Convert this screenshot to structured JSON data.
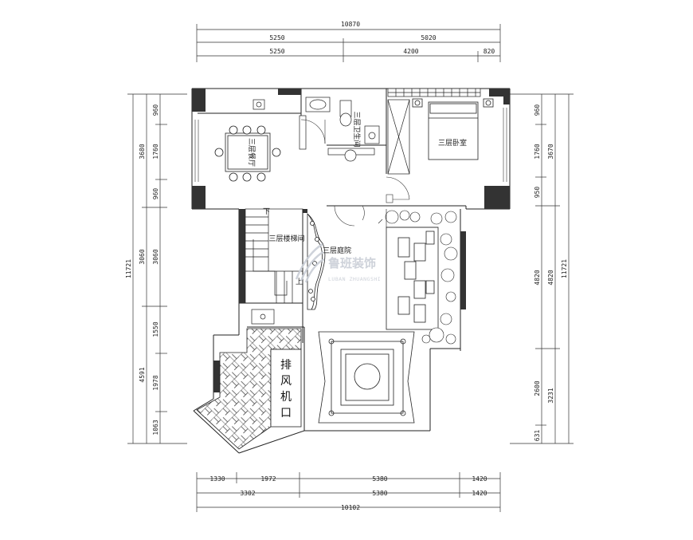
{
  "dimensions": {
    "top": {
      "total": "10870",
      "row1": [
        "5250",
        "5020"
      ],
      "row2": [
        "5250",
        "4200",
        "820"
      ]
    },
    "bottom": {
      "row1": [
        "1330",
        "1972",
        "5380",
        "1420"
      ],
      "row2": [
        "3302",
        "5380",
        "1420"
      ],
      "total": "10102"
    },
    "left": {
      "total": "11721",
      "outer": [
        "3680",
        "3060",
        "4591"
      ],
      "inner": [
        "960",
        "1760",
        "960",
        "3060",
        "1550",
        "1978",
        "1063"
      ]
    },
    "right": {
      "total": "11721",
      "outer": [
        "3670",
        "4820",
        "3231"
      ],
      "inner": [
        "960",
        "1760",
        "950",
        "4820",
        "2600",
        "631"
      ]
    }
  },
  "rooms": {
    "dining": "三层餐厅",
    "bath": "三层卫生间",
    "bedroom": "三层卧室",
    "stair": "三层楼梯间",
    "courtyard": "三层庭院",
    "exhaust": [
      "排",
      "风",
      "机",
      "口"
    ],
    "stair_up": "上",
    "stair_down": "下"
  },
  "watermark": {
    "name": "鲁班装饰",
    "latin": "LUBAN ZHUANGSHI"
  }
}
